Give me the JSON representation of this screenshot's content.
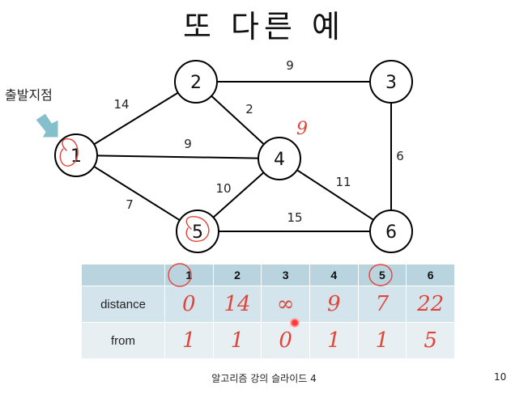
{
  "slide": {
    "title": "또 다른 예",
    "start_label": "출발지점",
    "footer": "알고리즘 강의 슬라이드 4",
    "page_number": "10"
  },
  "graph": {
    "nodes": [
      {
        "id": "1",
        "label": "1"
      },
      {
        "id": "2",
        "label": "2"
      },
      {
        "id": "3",
        "label": "3"
      },
      {
        "id": "4",
        "label": "4"
      },
      {
        "id": "5",
        "label": "5"
      },
      {
        "id": "6",
        "label": "6"
      }
    ],
    "edges": [
      {
        "from": "1",
        "to": "2",
        "weight": "14"
      },
      {
        "from": "2",
        "to": "3",
        "weight": "9"
      },
      {
        "from": "2",
        "to": "4",
        "weight": "2"
      },
      {
        "from": "1",
        "to": "4",
        "weight": "9"
      },
      {
        "from": "1",
        "to": "5",
        "weight": "7"
      },
      {
        "from": "5",
        "to": "4",
        "weight": "10"
      },
      {
        "from": "4",
        "to": "6",
        "weight": "11"
      },
      {
        "from": "5",
        "to": "6",
        "weight": "15"
      },
      {
        "from": "3",
        "to": "6",
        "weight": "6"
      }
    ],
    "annotation_near_4": "9"
  },
  "table": {
    "headers": [
      "1",
      "2",
      "3",
      "4",
      "5",
      "6"
    ],
    "row_labels": {
      "distance": "distance",
      "from": "from"
    },
    "distance": [
      "0",
      "14",
      "∞",
      "9",
      "7",
      "22"
    ],
    "from": [
      "1",
      "1",
      "0",
      "1",
      "1",
      "5"
    ],
    "circled_headers": [
      "1",
      "5"
    ]
  },
  "colors": {
    "annotation": "#e0453a",
    "table_header": "#b9d4df",
    "table_row1": "#d4e4ec",
    "table_row2": "#e7eff3",
    "arrow": "#86bfcc"
  }
}
